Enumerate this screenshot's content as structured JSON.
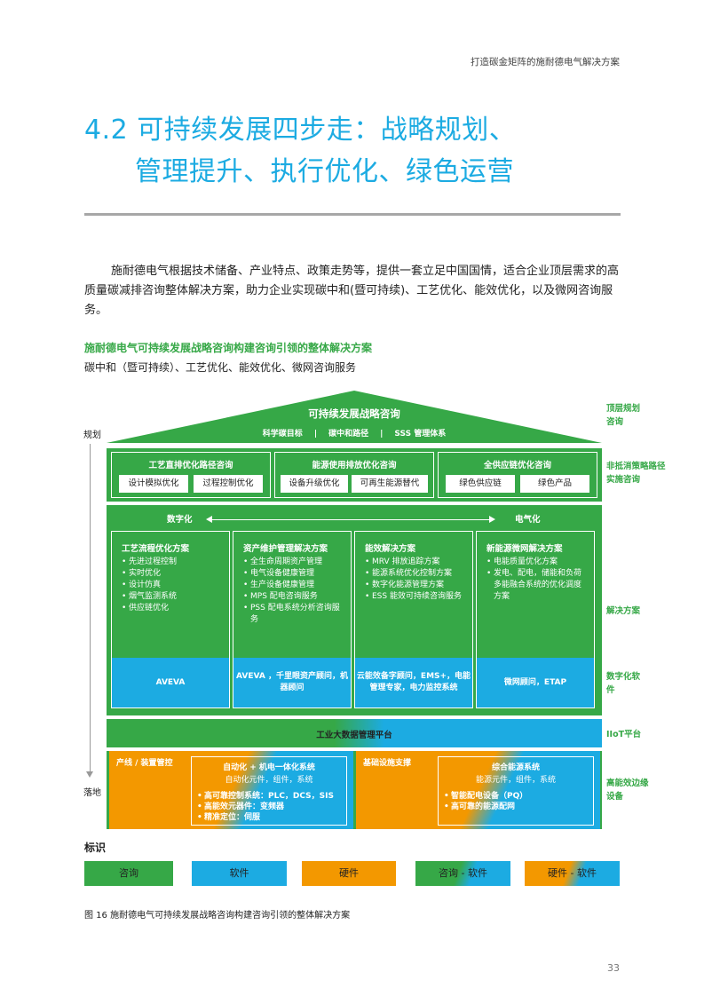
{
  "header": {
    "doc_title": "打造碳金矩阵的施耐德电气解决方案"
  },
  "section": {
    "title_line1": "4.2 可持续发展四步走：战略规划、",
    "title_line2": "管理提升、执行优化、绿色运营"
  },
  "body": {
    "paragraph": "施耐德电气根据技术储备、产业特点、政策走势等，提供一套立足中国国情，适合企业顶层需求的高质量碳减排咨询整体解决方案，助力企业实现碳中和(暨可持续)、工艺优化、能效优化，以及微网咨询服务。",
    "figure_heading": "施耐德电气可持续发展战略咨询构建咨询引领的整体解决方案",
    "figure_subheading": "碳中和（暨可持续）、工艺优化、能效优化、微网咨询服务"
  },
  "diagram": {
    "roof": {
      "title": "可持续发展战略咨询",
      "items": [
        "科学碳目标",
        "碳中和路径",
        "SSS 管理体系"
      ],
      "sep": "|"
    },
    "groups": [
      {
        "title": "工艺直排优化路径咨询",
        "boxes": [
          "设计模拟优化",
          "过程控制优化"
        ]
      },
      {
        "title": "能源使用排放优化咨询",
        "boxes": [
          "设备升级优化",
          "可再生能源替代"
        ]
      },
      {
        "title": "全供应链优化咨询",
        "boxes": [
          "绿色供应链",
          "绿色产品"
        ]
      }
    ],
    "axis": {
      "left": "数字化",
      "right": "电气化"
    },
    "solutions": [
      {
        "title": "工艺流程优化方案",
        "items": [
          "先进过程控制",
          "实时优化",
          "设计仿真",
          "烟气监测系统",
          "供应链优化"
        ],
        "software": "AVEVA"
      },
      {
        "title": "资产维护管理解决方案",
        "items": [
          "全生命周期资产管理",
          "电气设备健康管理",
          "生产设备健康管理",
          "MPS 配电咨询服务",
          "PSS 配电系统分析咨询服务"
        ],
        "software": "AVEVA ，千里眼资产顾问，机器顾问"
      },
      {
        "title": "能效解决方案",
        "items": [
          "MRV 排放追踪方案",
          "能源系统优化控制方案",
          "数字化能源管理方案",
          "ESS 能效可持续咨询服务"
        ],
        "software": "云能效备字顾问，EMS+，电能管理专家，电力监控系统"
      },
      {
        "title": "新能源微网解决方案",
        "items": [
          "电能质量优化方案",
          "发电、配电，储能和负荷多能融合系统的优化调度方案"
        ],
        "software": "微网顾问，ETAP"
      }
    ],
    "iiot": "工业大数据管理平台",
    "bottom": [
      {
        "label": "产线 / 装置管控",
        "inner_title": "自动化 + 机电一体化系统",
        "inner_sub": "自动化元件，组件，系统",
        "items": [
          "高可靠控制系统：PLC，DCS，SIS",
          "高能效元器件：变频器",
          "精准定位：伺服"
        ]
      },
      {
        "label": "基础设施支撑",
        "inner_title": "综合能源系统",
        "inner_sub": "能源元件，组件，系统",
        "items": [
          "智能配电设备（PQ）",
          "高可靠的能源配网"
        ]
      }
    ],
    "side_labels": [
      "顶层规划咨询",
      "非抵消策略路径实施咨询",
      "解决方案",
      "数字化软件",
      "IIoT平台",
      "高能效边缘设备"
    ],
    "vertical": {
      "top": "规划",
      "bottom": "落地"
    }
  },
  "legend": {
    "title": "标识",
    "items": [
      "咨询",
      "软件",
      "硬件",
      "咨询 - 软件",
      "硬件 - 软件"
    ]
  },
  "caption": "图 16 施耐德电气可持续发展战略咨询构建咨询引领的整体解决方案",
  "page_number": "33",
  "colors": {
    "green": "#36a847",
    "blue": "#1cabe2",
    "orange": "#f39800",
    "rule": "#a7a7a7"
  }
}
